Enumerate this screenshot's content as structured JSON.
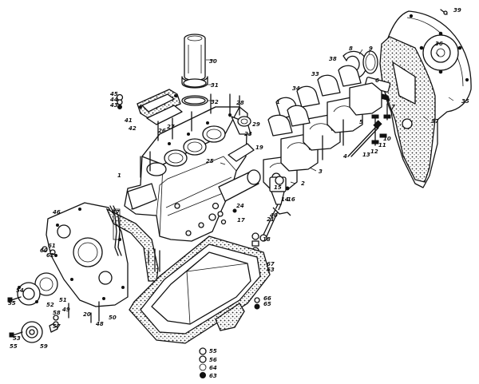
{
  "callouts": [
    "1",
    "2",
    "3",
    "4",
    "5",
    "6",
    "7",
    "8",
    "9",
    "10",
    "11",
    "12",
    "13",
    "14",
    "15",
    "16",
    "17",
    "18",
    "19",
    "20",
    "21",
    "23",
    "24",
    "25",
    "26",
    "27",
    "28",
    "29",
    "30",
    "31",
    "32",
    "33",
    "34",
    "35",
    "36",
    "37",
    "38",
    "39",
    "40",
    "41",
    "42",
    "43",
    "44",
    "45",
    "46",
    "47",
    "48",
    "49",
    "50",
    "51",
    "52",
    "53",
    "54",
    "55",
    "56",
    "57",
    "58",
    "59",
    "60",
    "61",
    "62",
    "63",
    "64",
    "65",
    "66",
    "67"
  ],
  "colors": {
    "ink": "#111111",
    "paper": "#ffffff"
  }
}
